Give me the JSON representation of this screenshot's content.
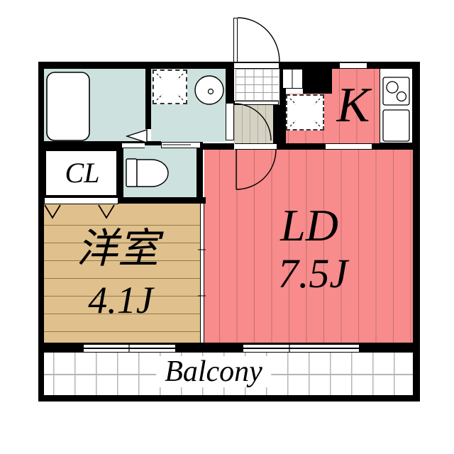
{
  "title": "1LDK apartment floor plan",
  "rooms": {
    "kitchen": {
      "label": "K"
    },
    "living_dining": {
      "name_label": "LD",
      "size_label": "7.5J"
    },
    "western_room": {
      "name_label": "洋室",
      "size_label": "4.1J"
    },
    "closet": {
      "label": "CL"
    },
    "balcony": {
      "label": "Balcony"
    }
  },
  "fixtures": [
    "bathtub",
    "washbasin",
    "washing-machine-space",
    "toilet",
    "entrance-door",
    "shoe-cabinet",
    "refrigerator-space",
    "gas-stove",
    "kitchen-sink",
    "folding-closet-doors",
    "sliding-partition",
    "balcony-windows",
    "bathroom-folding-door"
  ],
  "colors": {
    "wall": "#000000",
    "wet_room": "#cde2de",
    "wood_pink": "#f88b8b",
    "stripe_pink": "#c47070",
    "wood_tan": "#e0c18d",
    "stripe_tan": "#8f7b4a",
    "hallway": "#d6d2c3",
    "stripe_hallway": "#b3af9f",
    "grid": "#b5b5b5",
    "tile_grid": "#999999",
    "text": "#000000"
  }
}
